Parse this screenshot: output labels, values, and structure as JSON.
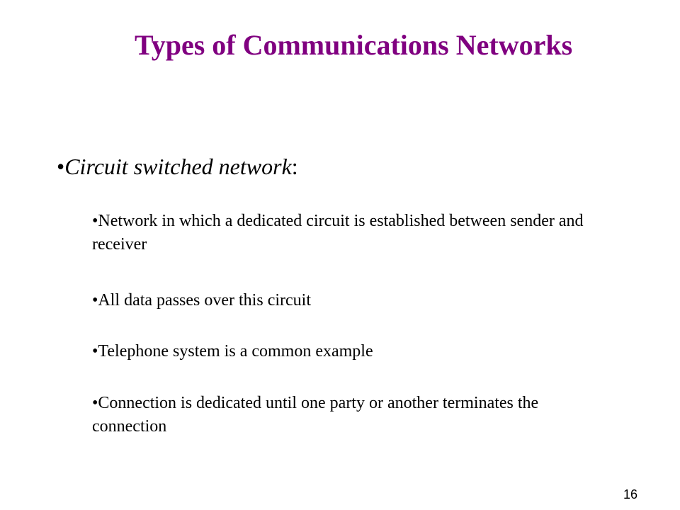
{
  "slide": {
    "title": "Types of Communications Networks",
    "title_color": "#800080",
    "main_bullet": {
      "bullet": "•",
      "text": "Circuit switched network",
      "suffix": ":"
    },
    "sub_bullets": [
      "•Network in which a dedicated circuit is established between sender and receiver",
      "•All data passes over this circuit",
      "•Telephone system is a common example",
      "•Connection is dedicated until one party or another terminates the connection"
    ],
    "page_number": "16"
  }
}
